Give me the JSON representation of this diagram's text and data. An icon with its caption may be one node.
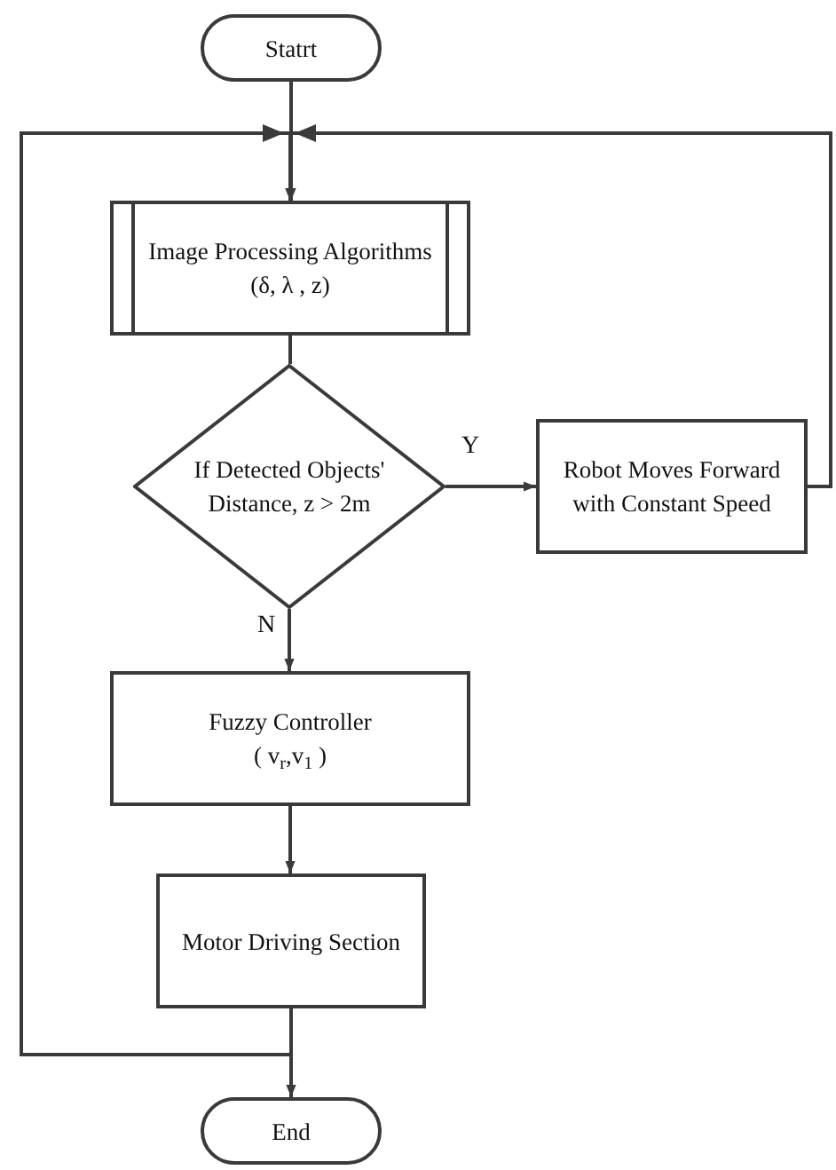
{
  "diagram": {
    "nodes": [
      {
        "text": [
          "Statrt"
        ]
      },
      {
        "text": [
          "Image Processing Algorithms",
          "(δ, λ , z)"
        ]
      },
      {
        "text": [
          "If Detected Objects' Distance, z > 2m"
        ]
      },
      {
        "text": [
          "Robot Moves Forward with Constant Speed"
        ]
      },
      {
        "text": [
          "Fuzzy Controller",
          "( v$_{r}$,v$_{1}$ )"
        ]
      },
      {
        "text": [
          "Motor Driving Section"
        ]
      },
      {
        "text": [
          "End"
        ]
      }
    ],
    "edges": [
      {
        "from": 0,
        "to": 1,
        "arrow": "to"
      },
      {
        "from": 1,
        "to": 2,
        "arrow": "none"
      },
      {
        "from": 2,
        "to": 3,
        "arrow": "to",
        "label": "Y"
      },
      {
        "from": 2,
        "to": 4,
        "arrow": "to",
        "label": "N"
      },
      {
        "from": 4,
        "to": 5,
        "arrow": "to"
      },
      {
        "from": 5,
        "to": 6,
        "arrow": "to"
      },
      {
        "from": 3,
        "to": 1,
        "arrow": "to"
      },
      {
        "from": 5,
        "to": 1,
        "arrow": "to"
      }
    ]
  }
}
